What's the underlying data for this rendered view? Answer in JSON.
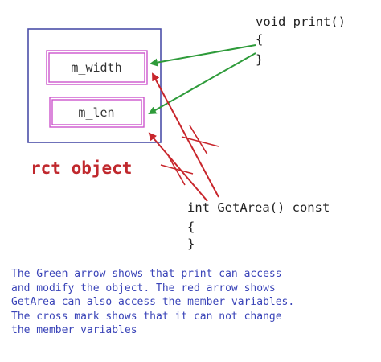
{
  "colors": {
    "object_box": "#4b4fa8",
    "member_box": "#cc55cc",
    "green_arrow": "#2e9b3a",
    "red_arrow": "#c8262c",
    "label_red": "#c0282d",
    "caption": "#3a44b8",
    "code": "#222222"
  },
  "print_func": {
    "signature": "void print()",
    "open_brace": "{",
    "close_brace": "}"
  },
  "getarea_func": {
    "signature": "int GetArea() const",
    "open_brace": "{",
    "close_brace": "}"
  },
  "object": {
    "label": "rct object",
    "members": [
      "m_width",
      "m_len"
    ]
  },
  "caption": {
    "lines": [
      "The Green arrow shows that print can access",
      "and modify the object. The red arrow shows",
      "GetArea can also access the member variables.",
      "The cross mark shows that it can not change",
      "the member variables"
    ]
  }
}
